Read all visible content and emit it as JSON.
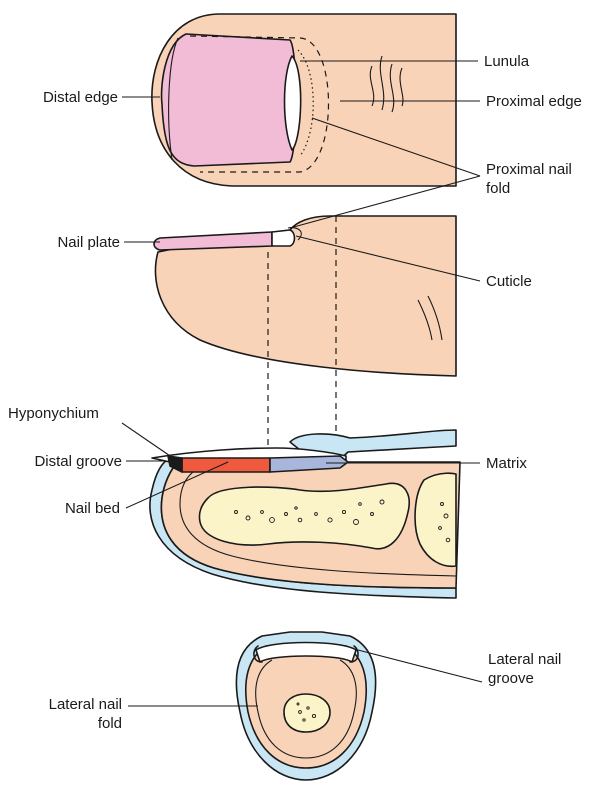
{
  "labels": {
    "lunula": "Lunula",
    "distal_edge": "Distal edge",
    "proximal_edge": "Proximal edge",
    "proximal_nail_fold_1": "Proximal nail",
    "proximal_nail_fold_2": "fold",
    "nail_plate": "Nail plate",
    "cuticle": "Cuticle",
    "hyponychium": "Hyponychium",
    "distal_groove": "Distal groove",
    "matrix": "Matrix",
    "nail_bed": "Nail bed",
    "lateral_nail_groove_1": "Lateral nail",
    "lateral_nail_groove_2": "groove",
    "lateral_nail_fold_1": "Lateral nail",
    "lateral_nail_fold_2": "fold"
  },
  "colors": {
    "skin": "#f9d3b7",
    "nail": "#f2bcd6",
    "lunula": "#ffffff",
    "bone": "#fbf4c8",
    "epithelium": "#c9e6f4",
    "nail_bed": "#ef5a3e",
    "matrix": "#a9b6dc"
  }
}
